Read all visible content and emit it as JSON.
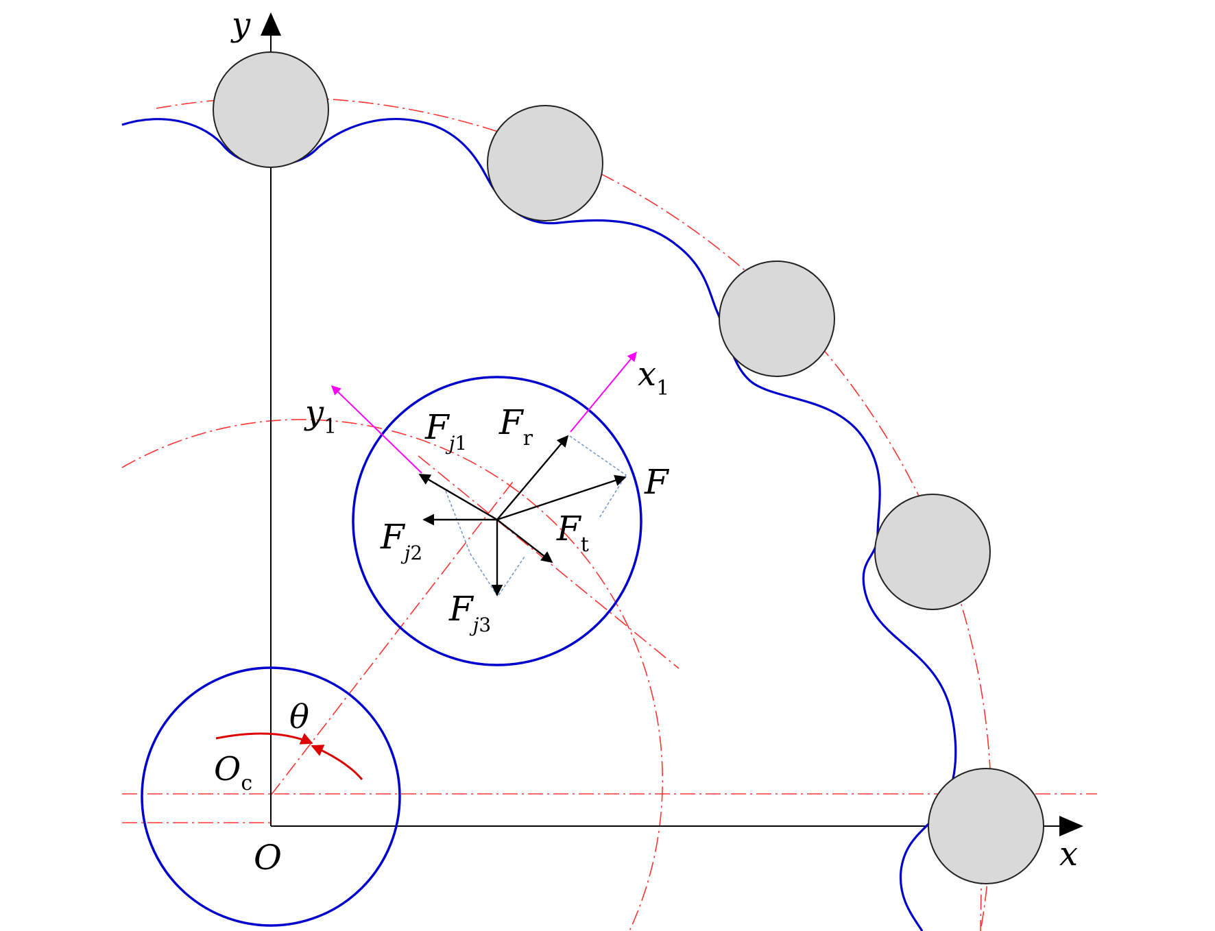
{
  "colors": {
    "axis": "#000000",
    "profile": "#0000cc",
    "centerline": "#ff3333",
    "roller_fill": "#d9d9d9",
    "roller_stroke": "#222222",
    "local_axis": "#ff00ff",
    "rotation_arrow": "#dd0000",
    "force_box": "#7799cc"
  },
  "labels": {
    "x_axis": "x",
    "y_axis": "y",
    "origin": "O",
    "crank_center_main": "O",
    "crank_center_sub": "c",
    "angle": "θ",
    "local_x_main": "x",
    "local_x_sub": "1",
    "local_y_main": "y",
    "local_y_sub": "1",
    "force_total": "F",
    "force_radial_main": "F",
    "force_radial_sub": "r",
    "force_tangential_main": "F",
    "force_tangential_sub": "t",
    "force_j1_main": "F",
    "force_j1_sub_italic": "j",
    "force_j1_sub_num": "1",
    "force_j2_main": "F",
    "force_j2_sub_italic": "j",
    "force_j2_sub_num": "2",
    "force_j3_main": "F",
    "force_j3_sub_italic": "j",
    "force_j3_sub_num": "3"
  },
  "icons": {
    "rotation": "rotation-arrow-icon",
    "axis_arrow": "arrowhead-icon"
  }
}
